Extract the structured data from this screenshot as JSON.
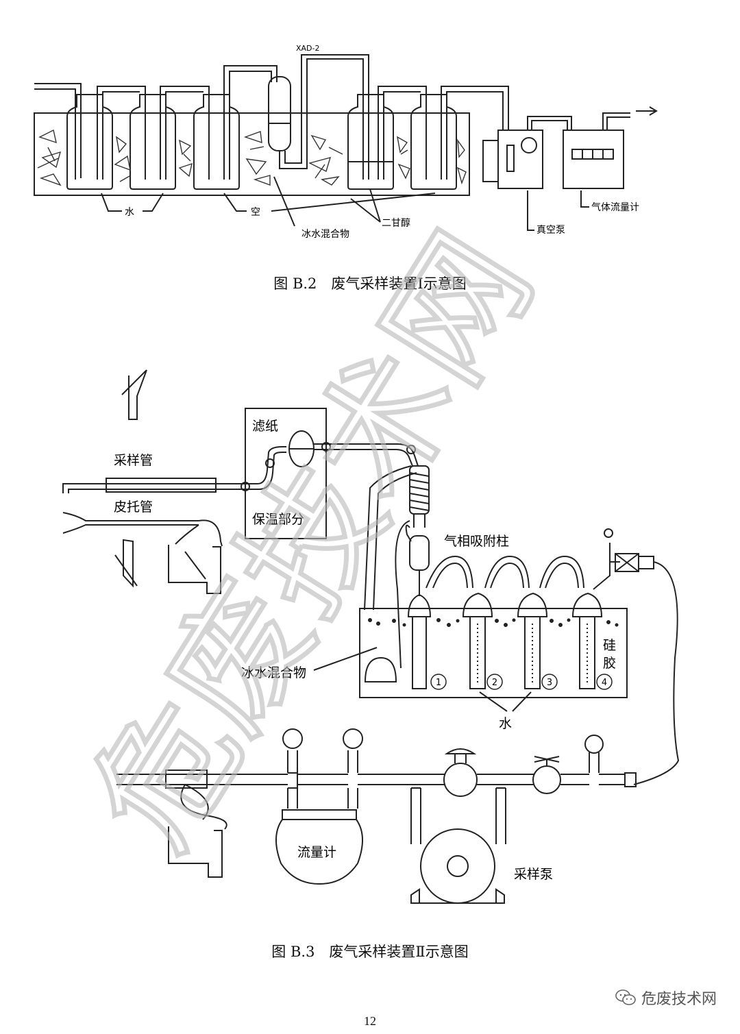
{
  "figure_b2": {
    "caption": "图 B.2　废气采样装置Ⅰ示意图",
    "labels": {
      "xad": "XAD-2",
      "water": "水",
      "empty": "空",
      "ice_water": "冰水混合物",
      "glycol": "二甘醇",
      "vacuum_pump": "真空泵",
      "gas_flowmeter": "气体流量计"
    }
  },
  "figure_b3": {
    "caption": "图 B.3　废气采样装置Ⅱ示意图",
    "labels": {
      "filter_paper": "滤纸",
      "sampling_tube": "采样管",
      "pitot_tube": "皮托管",
      "insulation": "保温部分",
      "adsorption_column": "气相吸附柱",
      "silica_gel": "硅胶",
      "ice_water": "冰水混合物",
      "water": "水",
      "flowmeter": "流量计",
      "sampling_pump": "采样泵",
      "bottle_1": "1",
      "bottle_2": "2",
      "bottle_3": "3",
      "bottle_4": "4"
    }
  },
  "page_number": "12",
  "watermark": "危废技术网",
  "brand": "危废技术网"
}
